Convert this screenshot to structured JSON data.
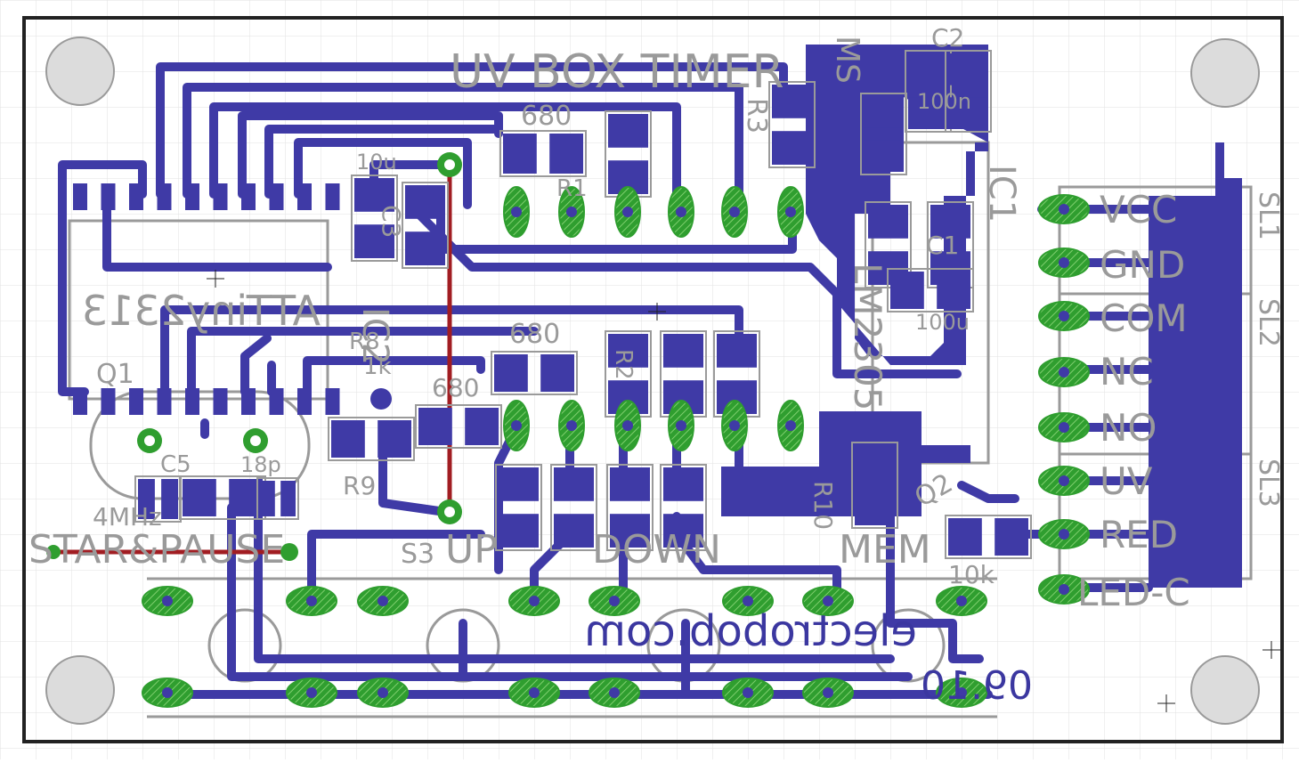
{
  "board": {
    "title": "UV BOX TIMER",
    "mcu_label": "ATTiny2313",
    "mcu_ref": "IC2",
    "regulator_label": "LM2305",
    "regulator_ref": "IC1",
    "website": "electrobob.com",
    "date": "09.10",
    "colors": {
      "background": "#ffffff",
      "board_outline": "#222222",
      "grid": "#e2e2e2",
      "bottom_copper": "#3f3aa6",
      "top_copper": "#a11d22",
      "pad": "#2f9e2f",
      "silkscreen": "#9a9a9a"
    }
  },
  "connectors": {
    "header_refs": [
      "SL1",
      "SL2",
      "SL3"
    ],
    "pins": [
      "VCC",
      "GND",
      "COM",
      "NC",
      "NO",
      "UV",
      "RED",
      "LED-C"
    ]
  },
  "buttons": {
    "labels": [
      "STAR&PAUSE",
      "UP",
      "DOWN",
      "MEM"
    ],
    "ref": "S3"
  },
  "components": {
    "crystal_ref": "Q1",
    "crystal_value": "4MHz",
    "relay_ref": "Q2",
    "caps": [
      "C1",
      "C2",
      "C3",
      "C5"
    ],
    "cap_values": [
      "100u",
      "100n",
      "10u",
      "18p"
    ],
    "resistor_refs": [
      "R1",
      "R2",
      "R3",
      "R8",
      "R9",
      "R10"
    ],
    "resistor_values": [
      "680",
      "10k",
      "1k"
    ],
    "regulator_marking": "MS"
  }
}
